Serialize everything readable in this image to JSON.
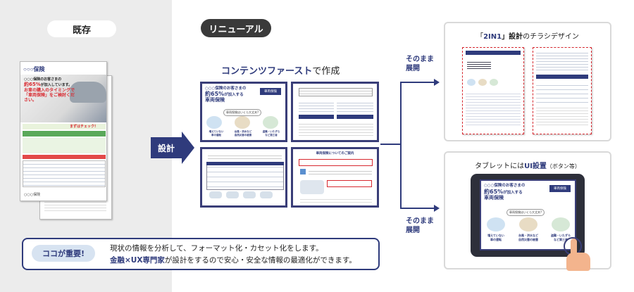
{
  "labels": {
    "existing": "既存",
    "renewal": "リニューアル",
    "design": "設計",
    "contents_first": "コンテンツファースト",
    "contents_first_suffix": "で作成",
    "as_is_1": "そのまま\n展開",
    "as_is_2": "そのまま\n展開",
    "flyer_title_pre": "「",
    "flyer_title_bold": "2IN1",
    "flyer_title_mid": "」設計",
    "flyer_title_post": "のチラシデザイン",
    "tablet_pre": "タブレットには",
    "tablet_bold": "UI設置",
    "tablet_post": "（ボタン等）"
  },
  "bottom_note": {
    "badge": "ココが重要!",
    "line1": "現状の情報を分析して、フォーマット化・カセット化をします。",
    "line2_bold": "金融×UX専門家",
    "line2_rest": "が設計をするので安心・安全な情報の最適化ができます。"
  },
  "old_doc": {
    "logo": "○○○保険",
    "line1": "○○○保険のお客さまの",
    "line2": "約65%",
    "line2b": "が加入しています。",
    "line3": "お車の購入のタイミングで",
    "line4": "「車両保険」をご検討ください。",
    "check": "まずはチェック!",
    "footer": "○○○保険"
  },
  "slides": {
    "s1_line1": "○○○保険のお客さまの",
    "s1_line2": "約65%",
    "s1_line2b": "が加入する",
    "s1_line3": "車両保険",
    "s1_badge": "車両保険",
    "s1_bubble": "車両保険はいくら大丈夫?",
    "s1_c1": "増えていない\n車の運転",
    "s1_c2": "台風・洪水など\n自然災害の被害",
    "s1_c3": "盗難・いたずら\nなど第三者",
    "s4_title": "車両保険についてのご案内"
  },
  "tablet": {
    "line1": "○○○保険のお客さまの",
    "line2": "約65%",
    "line2b": "が加入する",
    "line3": "車両保険",
    "badge": "車両保険",
    "bubble": "車両保険はいくら大丈夫?",
    "c1": "増えていない\n車の運転",
    "c2": "台風・洪水など\n自然災害の被害",
    "c3": "盗難・いたずら\nなど第三者"
  },
  "colors": {
    "navy": "#2f3b7c",
    "red": "#d8282f",
    "orange": "#f39a1f",
    "green": "#5aa95a"
  }
}
